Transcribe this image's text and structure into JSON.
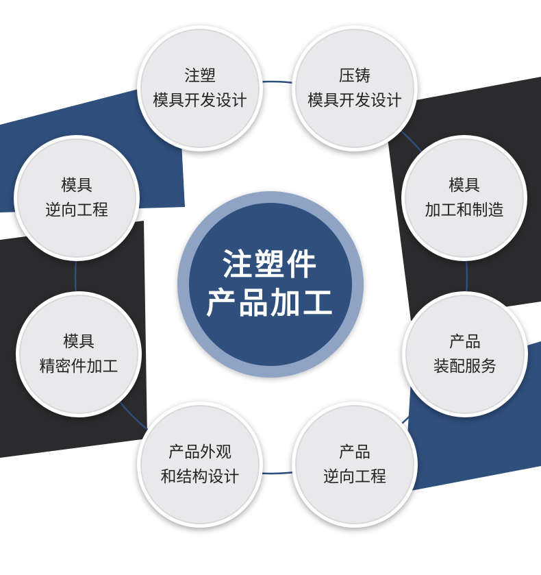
{
  "center": {
    "lines": [
      "注塑件",
      "产品加工"
    ]
  },
  "nodes": [
    {
      "id": "injection-mold-design",
      "lines": [
        "注塑",
        "模具开发设计"
      ]
    },
    {
      "id": "die-casting-mold-design",
      "lines": [
        "压铸",
        "模具开发设计"
      ]
    },
    {
      "id": "mold-manufacturing",
      "lines": [
        "模具",
        "加工和制造"
      ]
    },
    {
      "id": "product-assembly",
      "lines": [
        "产品",
        "装配服务"
      ]
    },
    {
      "id": "product-reverse-engineering",
      "lines": [
        "产品",
        "逆向工程"
      ]
    },
    {
      "id": "product-appearance-design",
      "lines": [
        "产品外观",
        "和结构设计"
      ]
    },
    {
      "id": "mold-precision-machining",
      "lines": [
        "模具",
        "精密件加工"
      ]
    },
    {
      "id": "mold-reverse-engineering",
      "lines": [
        "模具",
        "逆向工程"
      ]
    }
  ],
  "colors": {
    "navy": "#2f4f7d",
    "dark": "#2b2b2d",
    "center_ring": "#8fa3c4",
    "node_fill": "#e9e8eb",
    "ring_line": "#2f4f7d"
  }
}
